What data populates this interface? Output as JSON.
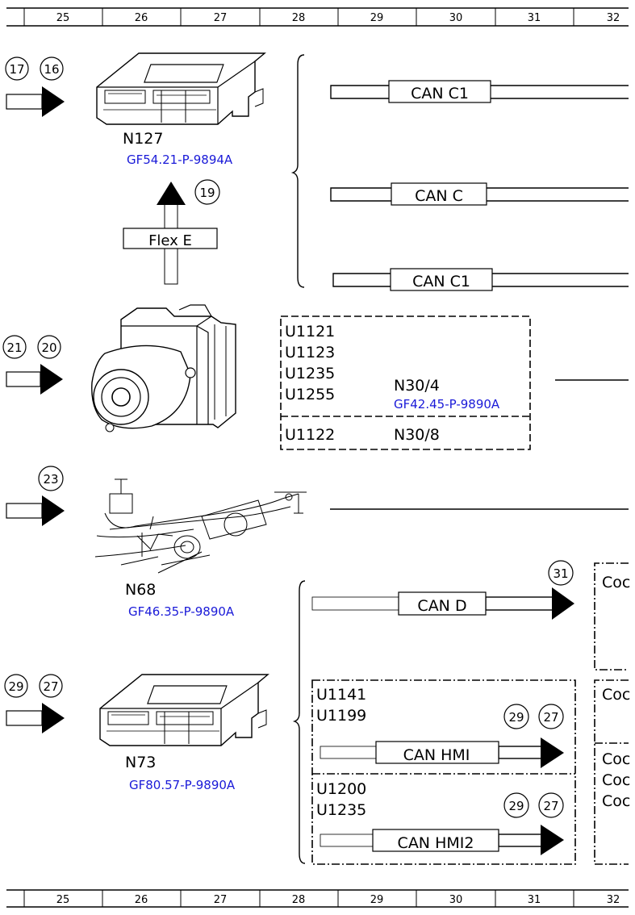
{
  "grid": {
    "columns": [
      "25",
      "26",
      "27",
      "28",
      "29",
      "30",
      "31",
      "32"
    ]
  },
  "components": [
    {
      "id": "N127",
      "name": "N127",
      "ref": "GF54.21-P-9894A",
      "icon": "control-unit-icon"
    },
    {
      "id": "N30",
      "name": "",
      "ref": "",
      "icon": "abs-hydraulic-unit-icon"
    },
    {
      "id": "N68",
      "name": "N68",
      "ref": "GF46.35-P-9890A",
      "icon": "steering-rack-icon"
    },
    {
      "id": "N73",
      "name": "N73",
      "ref": "GF80.57-P-9890A",
      "icon": "control-unit-icon"
    }
  ],
  "page_refs": {
    "row1": [
      "17",
      "16"
    ],
    "flex": "19",
    "row2": [
      "21",
      "20"
    ],
    "row3": [
      "23"
    ],
    "can_d": "31",
    "row4": [
      "29",
      "27"
    ],
    "hmi1": [
      "29",
      "27"
    ],
    "hmi2": [
      "29",
      "27"
    ]
  },
  "buses": {
    "can_c1_top": "CAN C1",
    "can_c": "CAN C",
    "can_c1_bottom": "CAN C1",
    "flex_e": "Flex E",
    "can_d": "CAN D",
    "can_hmi": "CAN HMI",
    "can_hmi2": "CAN HMI2"
  },
  "fault_box_n30": {
    "codes_a": [
      "U1121",
      "U1123",
      "U1235",
      "U1255"
    ],
    "unit_a": "N30/4",
    "ref_a": "GF42.45-P-9890A",
    "code_b": "U1122",
    "unit_b": "N30/8"
  },
  "fault_box_hmi": {
    "codes_a": [
      "U1141",
      "U1199"
    ],
    "codes_b": [
      "U1200",
      "U1235"
    ]
  },
  "cropped_right": {
    "label_1": "Coc",
    "label_2": "Coc",
    "labels_3": [
      "Coc",
      "Coc",
      "Coc"
    ]
  },
  "colors": {
    "reference_link": "#1a1ad8",
    "line": "#000000"
  }
}
